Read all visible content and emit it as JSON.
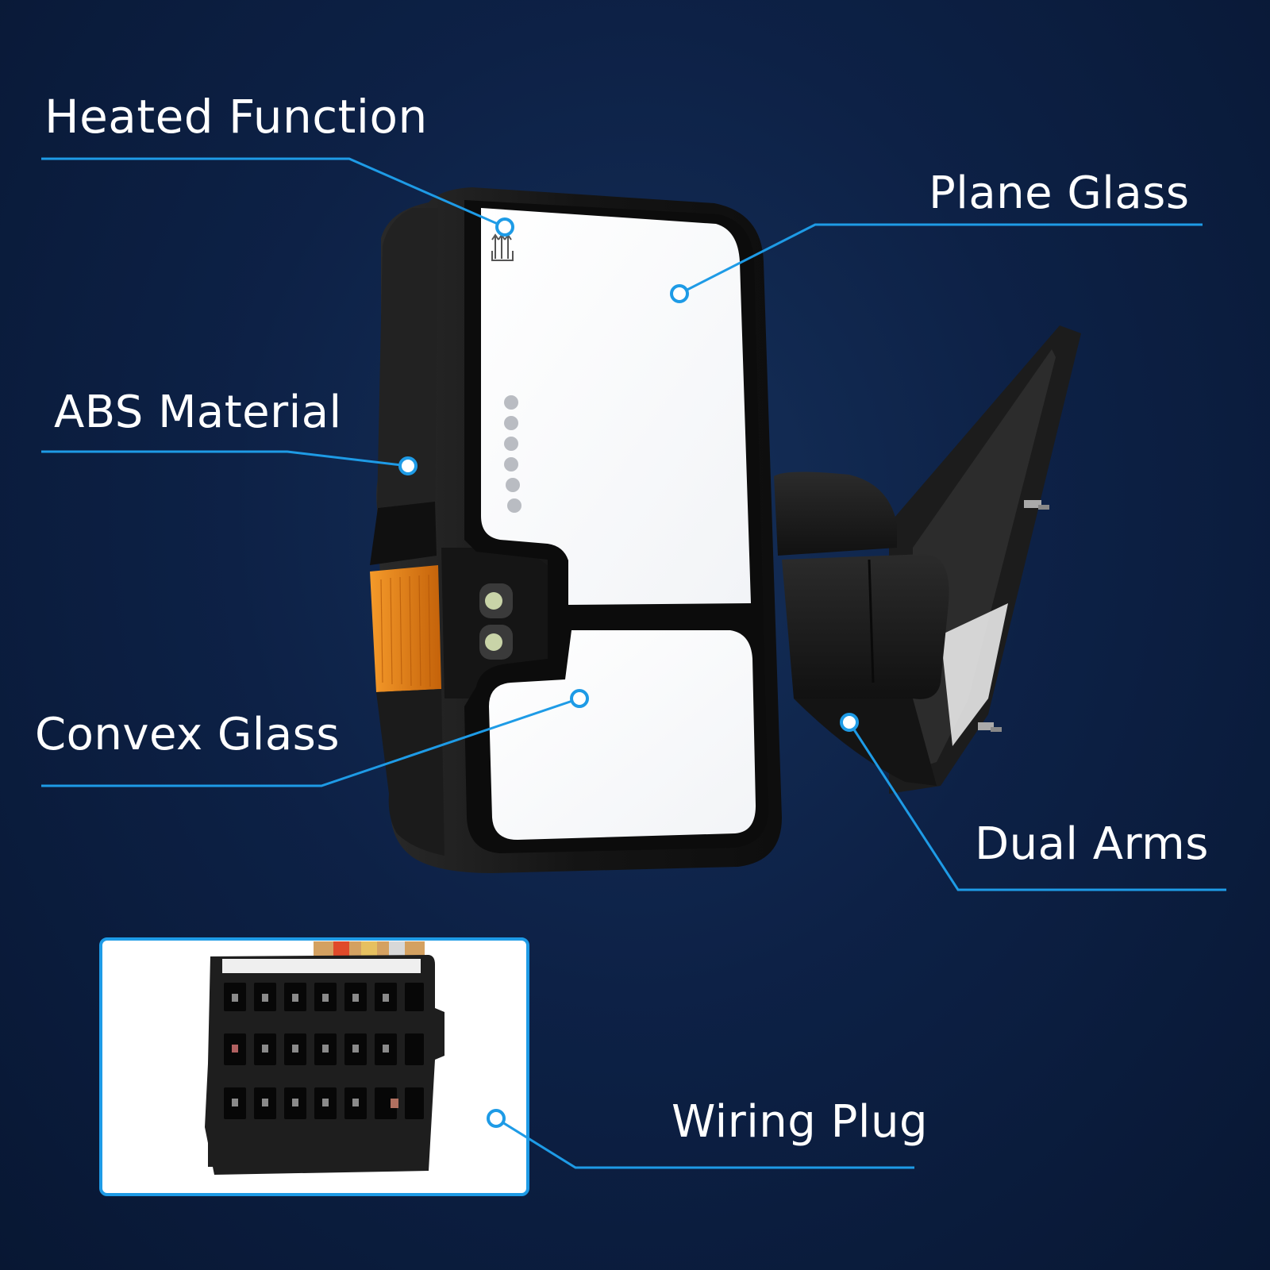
{
  "callouts": {
    "heated_function": "Heated Function",
    "plane_glass": "Plane Glass",
    "abs_material": "ABS Material",
    "convex_glass": "Convex Glass",
    "dual_arms": "Dual Arms",
    "wiring_plug": "Wiring Plug"
  },
  "colors": {
    "background": "#0d2146",
    "accent_line": "#1e9be6",
    "label_text": "#ffffff",
    "mirror_body": "#1a1a1a",
    "signal_lens": "#e07b12"
  },
  "icons": {
    "heated": "defrost-icon",
    "callout_marker": "circle-dot-icon"
  }
}
